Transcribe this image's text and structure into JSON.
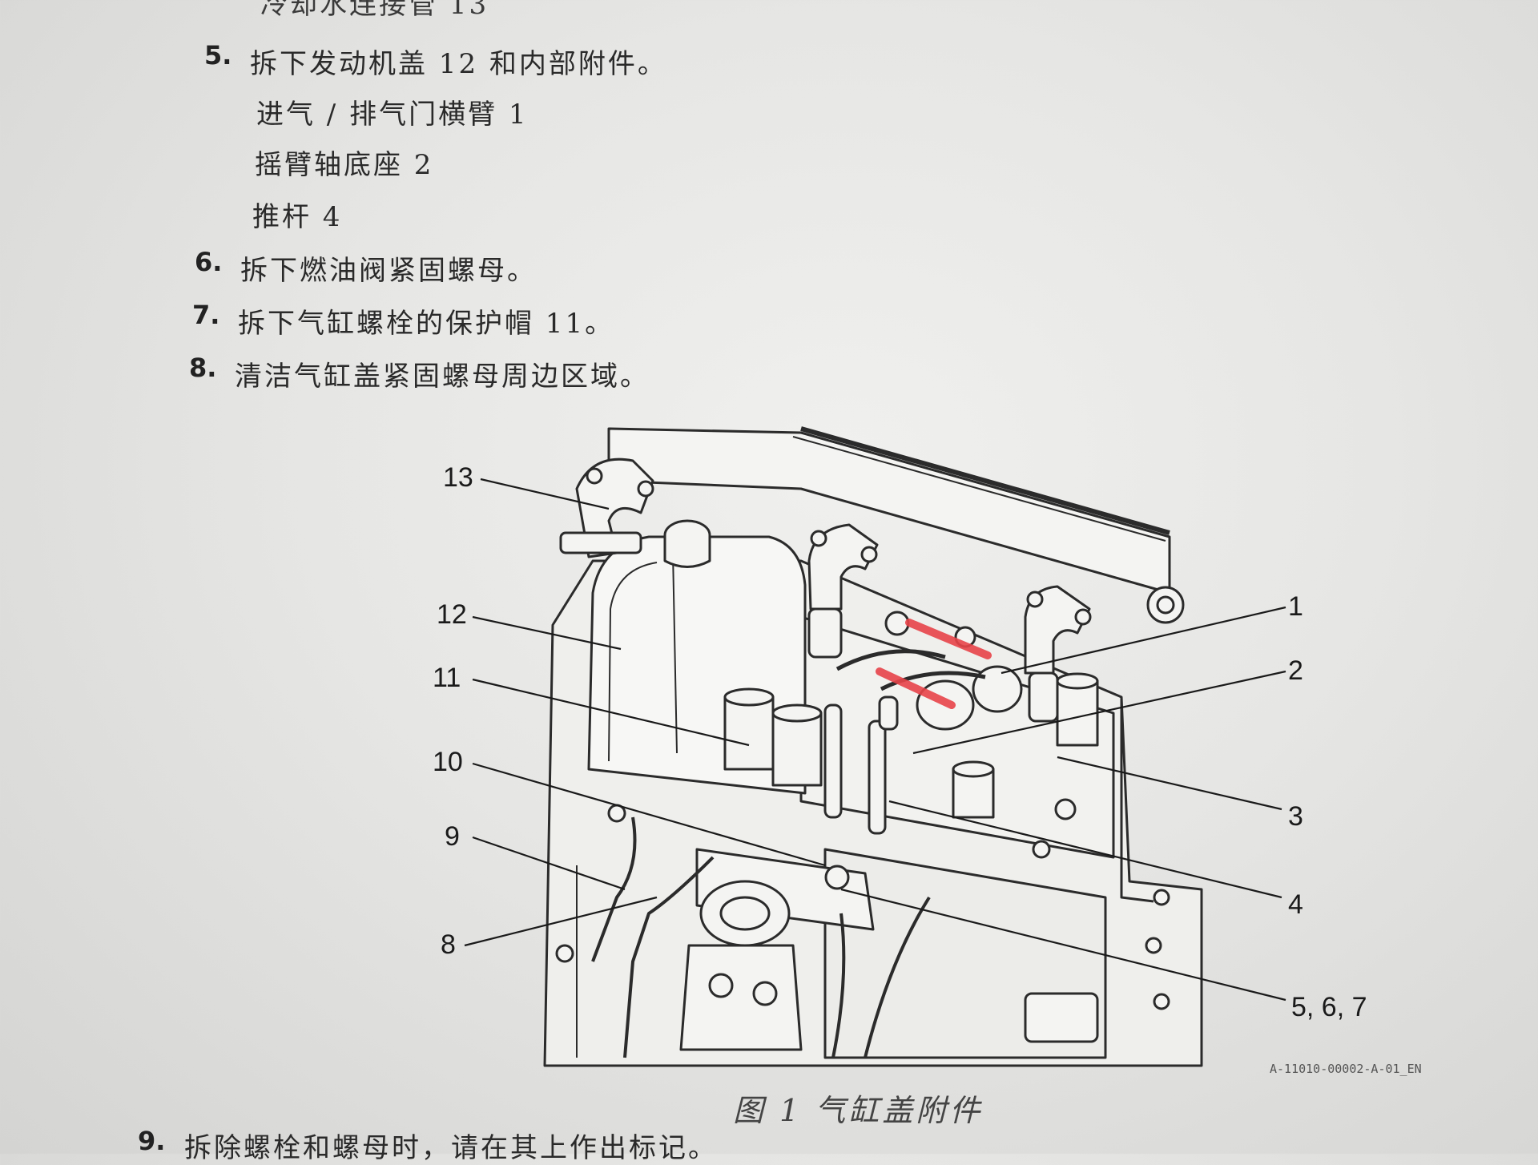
{
  "prev_line": "冷却水连接管 13",
  "steps": [
    {
      "num": "5.",
      "text": "拆下发动机盖 12 和内部附件。"
    },
    {
      "num": "6.",
      "text": "拆下燃油阀紧固螺母。"
    },
    {
      "num": "7.",
      "text": "拆下气缸螺栓的保护帽 11。"
    },
    {
      "num": "8.",
      "text": "清洁气缸盖紧固螺母周边区域。"
    },
    {
      "num": "9.",
      "text": "拆除螺栓和螺母时，请在其上作出标记。"
    }
  ],
  "substeps": [
    "进气 / 排气门横臂 1",
    "摇臂轴底座 2",
    "推杆 4"
  ],
  "callouts": [
    "13",
    "12",
    "11",
    "10",
    "9",
    "8",
    "1",
    "2",
    "3",
    "4",
    "5, 6, 7"
  ],
  "figure_code": "A-11010-00002-A-01_EN",
  "caption": "图 1   气缸盖附件",
  "colors": {
    "annotation": "#e8444a",
    "line": "#2b2b2b"
  }
}
